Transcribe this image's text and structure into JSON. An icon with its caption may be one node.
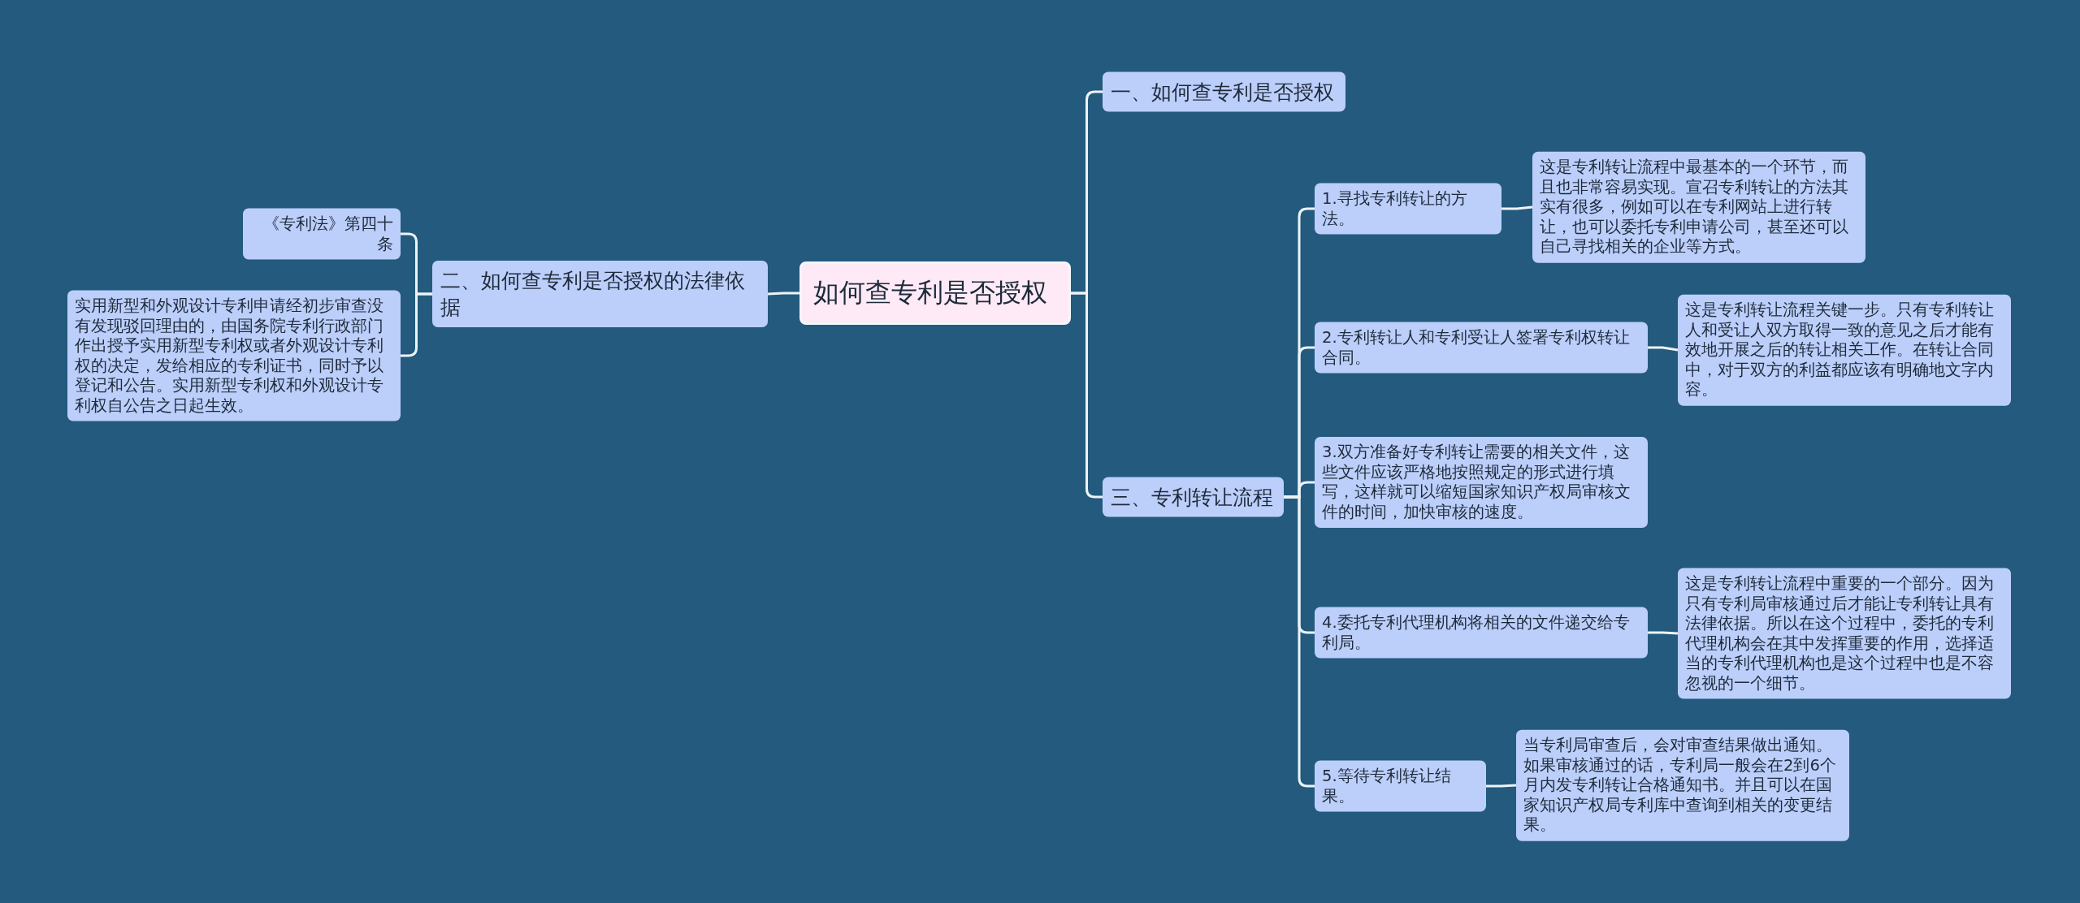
{
  "diagram": {
    "nodes": [
      {
        "text": [
          "如何查专利是否授权"
        ]
      },
      {
        "text": [
          "一、如何查专利是否授权"
        ]
      },
      {
        "text": [
          "二、如何查专利是否授权的法律依据"
        ]
      },
      {
        "text": [
          "《专利法》第四十条"
        ]
      },
      {
        "text": [
          "实用新型和外观设计专利申请经初步审查没有发现驳回理由的，由国务院专利行政部门作出授予实用新型专利权或者外观设计专利权的决定，发给相应的专利证书，同时予以登记和公告。实用新型专利权和外观设计专利权自公告之日起生效。"
        ]
      },
      {
        "text": [
          "三、专利转让流程"
        ]
      },
      {
        "text": [
          "1.寻找专利转让的方法。"
        ]
      },
      {
        "text": [
          "这是专利转让流程中最基本的一个环节，而且也非常容易实现。宣召专利转让的方法其实有很多，例如可以在专利网站上进行转让，也可以委托专利申请公司，甚至还可以自己寻找相关的企业等方式。"
        ]
      },
      {
        "text": [
          "2.专利转让人和专利受让人签署专利权转让合同。"
        ]
      },
      {
        "text": [
          "这是专利转让流程关键一步。只有专利转让人和受让人双方取得一致的意见之后才能有效地开展之后的转让相关工作。在转让合同中，对于双方的利益都应该有明确地文字内容。"
        ]
      },
      {
        "text": [
          "3.双方准备好专利转让需要的相关文件，这些文件应该严格地按照规定的形式进行填写，这样就可以缩短国家知识产权局审核文件的时间，加快审核的速度。"
        ]
      },
      {
        "text": [
          "4.委托专利代理机构将相关的文件递交给专利局。"
        ]
      },
      {
        "text": [
          "这是专利转让流程中重要的一个部分。因为只有专利局审核通过后才能让专利转让具有法律依据。所以在这个过程中，委托的专利代理机构会在其中发挥重要的作用，选择适当的专利代理机构也是这个过程中也是不容忽视的一个细节。"
        ]
      },
      {
        "text": [
          "5.等待专利转让结果。"
        ]
      },
      {
        "text": [
          "当专利局审查后，会对审查结果做出通知。如果审核通过的话，专利局一般会在2到6个月内发专利转让合格通知书。并且可以在国家知识产权局专利库中查询到相关的变更结果。"
        ]
      }
    ],
    "edges": [
      {
        "from": 0,
        "to": 1,
        "arrow": "none"
      },
      {
        "from": 0,
        "to": 2,
        "arrow": "none"
      },
      {
        "from": 2,
        "to": 3,
        "arrow": "none"
      },
      {
        "from": 2,
        "to": 4,
        "arrow": "none"
      },
      {
        "from": 0,
        "to": 5,
        "arrow": "none"
      },
      {
        "from": 5,
        "to": 6,
        "arrow": "none"
      },
      {
        "from": 6,
        "to": 7,
        "arrow": "none"
      },
      {
        "from": 5,
        "to": 8,
        "arrow": "none"
      },
      {
        "from": 8,
        "to": 9,
        "arrow": "none"
      },
      {
        "from": 5,
        "to": 10,
        "arrow": "none"
      },
      {
        "from": 5,
        "to": 11,
        "arrow": "none"
      },
      {
        "from": 11,
        "to": 12,
        "arrow": "none"
      },
      {
        "from": 5,
        "to": 13,
        "arrow": "none"
      },
      {
        "from": 13,
        "to": 14,
        "arrow": "none"
      }
    ]
  }
}
